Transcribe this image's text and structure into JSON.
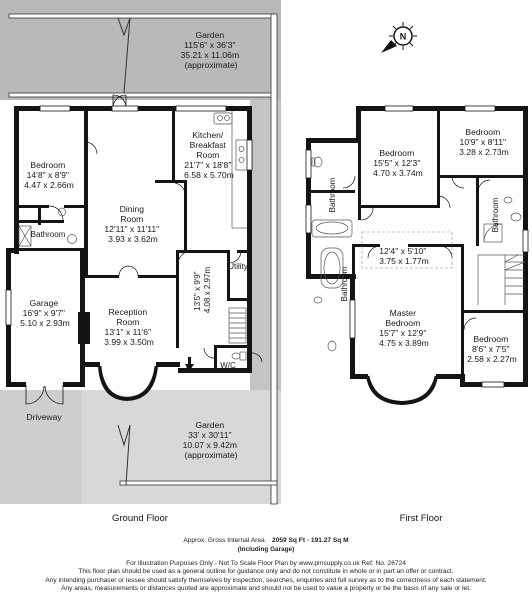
{
  "ground_floor": {
    "label": "Ground Floor",
    "rooms": {
      "garden_top": [
        "Garden",
        "115'6\" x 36'3\"",
        "35.21 x 11.06m",
        "(approximate)"
      ],
      "kitchen": [
        "Kitchen/",
        "Breakfast",
        "Room",
        "21'7\" x 18'8\"",
        "6.58 x 5.70m"
      ],
      "bedroom": [
        "Bedroom",
        "14'8\" x 8'9\"",
        "4.47 x 2.66m"
      ],
      "dining": [
        "Dining",
        "Room",
        "12'11\" x 11'11\"",
        "3.93 x 3.62m"
      ],
      "bathroom": "Bathroom",
      "utility": "Utility",
      "hall": [
        "13'5\" x 9'9\"",
        "4.08 x 2.97m"
      ],
      "garage": [
        "Garage",
        "16'9\" x 9'7\"",
        "5.10 x 2.93m"
      ],
      "reception": [
        "Reception",
        "Room",
        "13'1\" x 11'6\"",
        "3.99 x 3.50m"
      ],
      "wc": "W/C",
      "driveway": "Driveway",
      "garden_bottom": [
        "Garden",
        "33' x 30'11\"",
        "10.07 x 9.42m",
        "(approximate)"
      ]
    }
  },
  "first_floor": {
    "label": "First Floor",
    "rooms": {
      "bedroom_centre": [
        "Bedroom",
        "15'5\" x 12'3\"",
        "4.70 x 3.74m"
      ],
      "bedroom_right": [
        "Bedroom",
        "10'9\" x 8'11\"",
        "3.28 x 2.73m"
      ],
      "bathroom_left": "Bathroom",
      "bathroom_right": "Bathroom",
      "landing": [
        "12'4\" x 5'10\"",
        "3.75 x 1.77m"
      ],
      "ensuite": "Bathroom",
      "master": [
        "Master",
        "Bedroom",
        "15'7\" x 12'9\"",
        "4.75 x 3.89m"
      ],
      "bedroom_small": [
        "Bedroom",
        "8'6\" x 7'5\"",
        "2.58 x 2.27m"
      ]
    }
  },
  "compass": {
    "letter": "N",
    "icon": "compass-icon"
  },
  "footer": {
    "area_label": "Approx. Gross Internal Area",
    "area_sqft": "2059 Sq Ft",
    "area_sep": "-",
    "area_sqm": "191.27 Sq M",
    "area_note": "(Including Garage)",
    "disclaimer": [
      "For Illustration Purposes Only - Not To Scale   Floor Plan by www.pmsupply.co.uk  Ref: No. 26724",
      "This floor plan should be used as a general outline for guidance only and do not constitute in whole or in part an offer or contract.",
      "Any intending purchaser or lessee should satisfy themselves by inspection, searches, enquiries and full survey as to the correctness of each statement.",
      "Any areas, measurements or distances quoted are approximate and should not be used to value a property or be the basis of any sale or let."
    ]
  },
  "colors": {
    "wall": "#141414",
    "garden": "#b9b9b9",
    "paving": "#d8d8d8",
    "floor": "#ffffff"
  }
}
